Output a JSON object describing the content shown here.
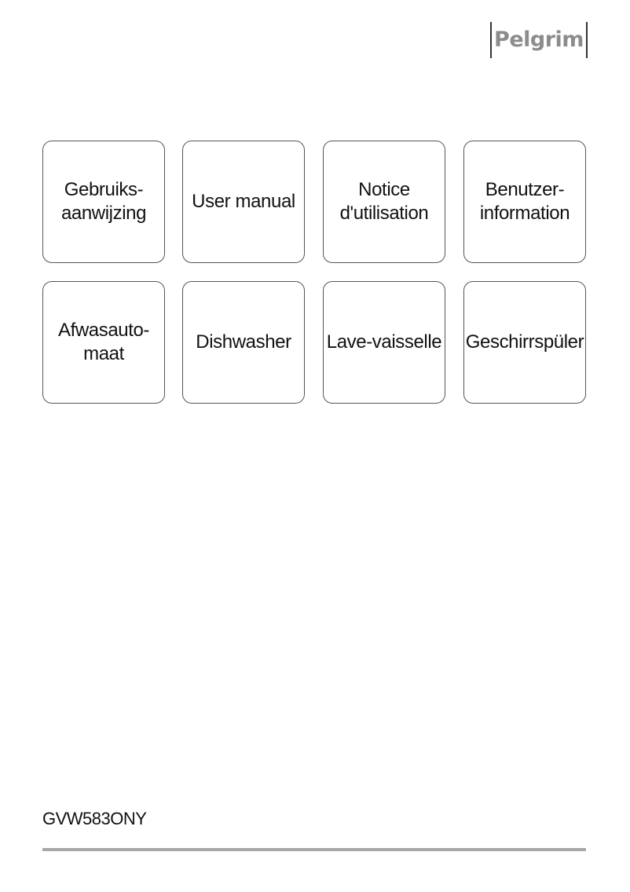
{
  "brand": {
    "logo_text": "Pelgrim",
    "logo_color": "#8c8c8c"
  },
  "tiles": [
    {
      "label": "Gebruiks-\naanwijzing"
    },
    {
      "label": "User manual"
    },
    {
      "label": "Notice\nd'utilisation"
    },
    {
      "label": "Benutzer-\ninformation"
    },
    {
      "label": "Afwasauto-\nmaat"
    },
    {
      "label": "Dishwasher"
    },
    {
      "label": "Lave-vaisselle"
    },
    {
      "label": "Geschirrspüler"
    }
  ],
  "footer": {
    "model": "GVW583ONY",
    "rule_color": "#a7a7a7"
  }
}
